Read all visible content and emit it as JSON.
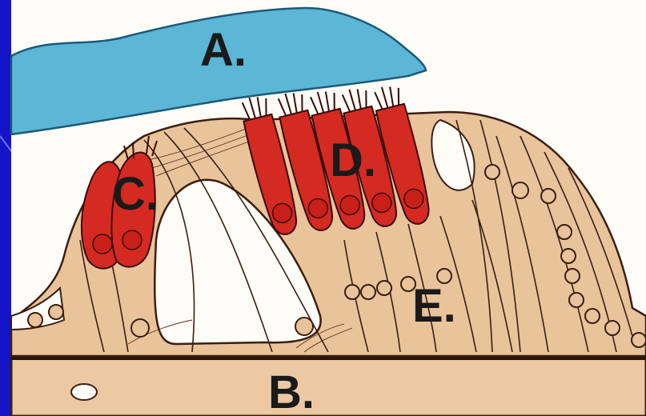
{
  "labels": {
    "a": "A.",
    "b": "B.",
    "c": "C.",
    "d": "D.",
    "e": "E."
  },
  "colors": {
    "slide_background": "#1414c8",
    "figure_background": "#fdfcf7",
    "tectorial_membrane": "#5cb6d6",
    "basilar_membrane": "#ecc9a2",
    "supporting_cells": "#e9c39a",
    "hair_cells": "#d42a22",
    "outline": "#3a1e12"
  },
  "structures": {
    "outer_hair_cell_count": 5,
    "inner_hair_cell_count": 2
  }
}
